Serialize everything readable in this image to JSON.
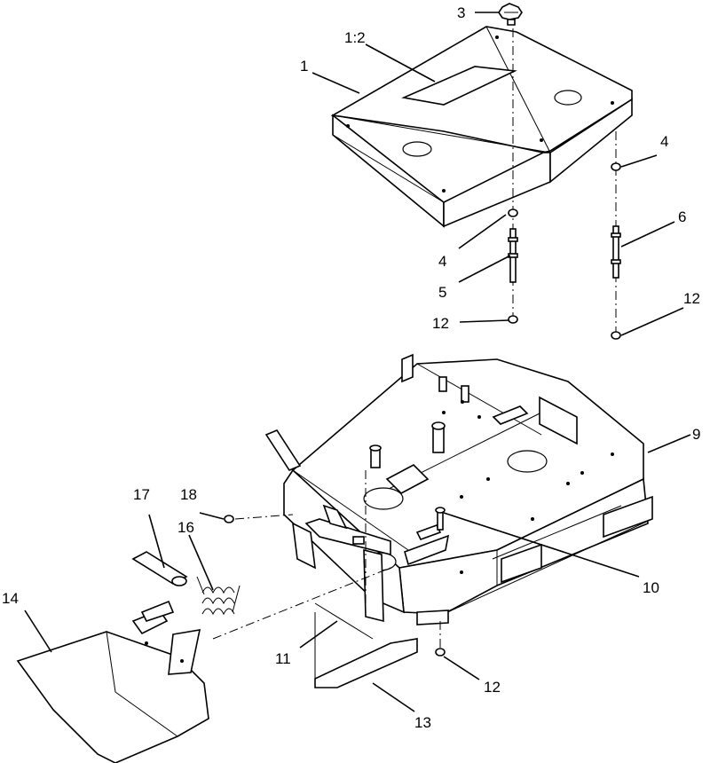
{
  "labels": {
    "l1": "1",
    "l1_2": "1:2",
    "l3": "3",
    "l4a": "4",
    "l4b": "4",
    "l5": "5",
    "l6": "6",
    "l9": "9",
    "l10": "10",
    "l11": "11",
    "l12a": "12",
    "l12b": "12",
    "l12c": "12",
    "l13": "13",
    "l14": "14",
    "l16": "16",
    "l17": "17",
    "l18": "18"
  }
}
